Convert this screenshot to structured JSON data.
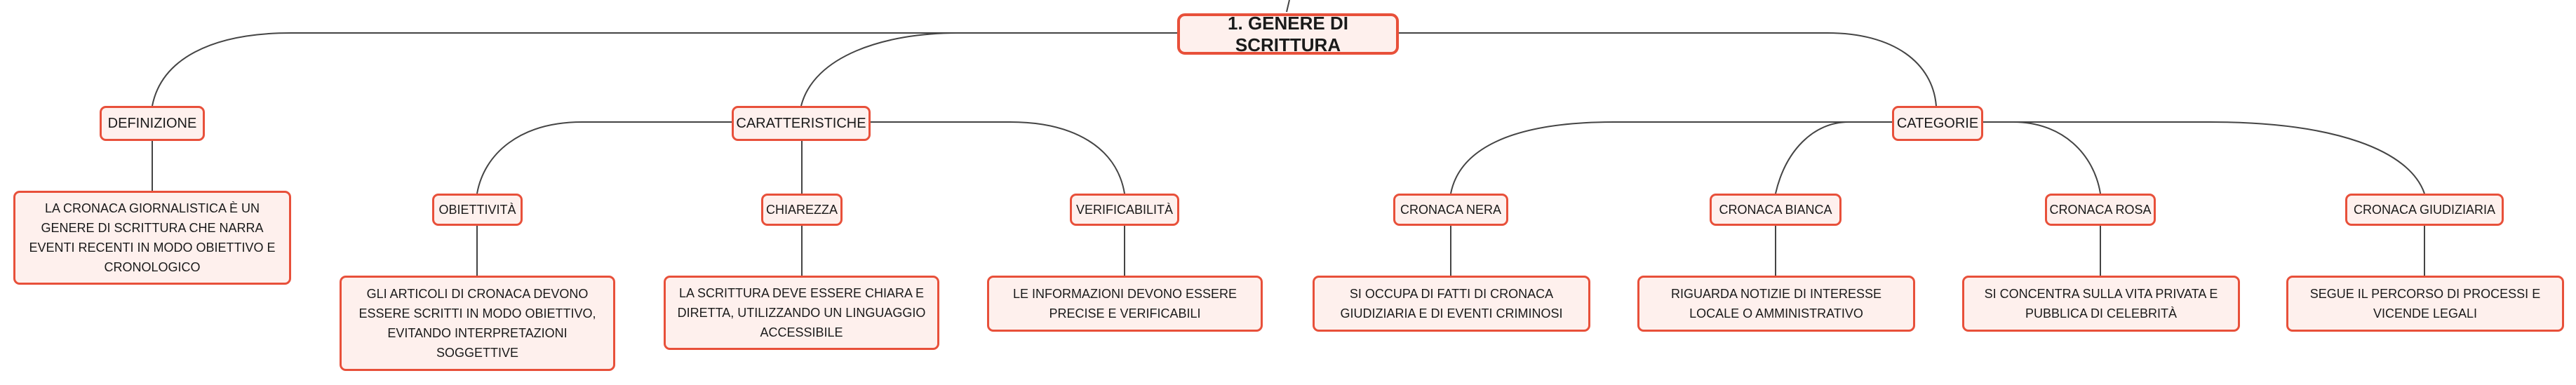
{
  "root": "1. GENERE DI SCRITTURA",
  "definizione": {
    "label": "DEFINIZIONE",
    "text": "LA CRONACA GIORNALISTICA È UN GENERE DI SCRITTURA CHE NARRA EVENTI RECENTI IN MODO OBIETTIVO E CRONOLOGICO"
  },
  "caratteristiche": {
    "label": "CARATTERISTICHE",
    "items": [
      {
        "label": "OBIETTIVITÀ",
        "text": "GLI ARTICOLI DI CRONACA DEVONO ESSERE SCRITTI IN MODO OBIETTIVO, EVITANDO INTERPRETAZIONI SOGGETTIVE"
      },
      {
        "label": "CHIAREZZA",
        "text": "LA SCRITTURA DEVE ESSERE CHIARA E DIRETTA, UTILIZZANDO UN LINGUAGGIO ACCESSIBILE"
      },
      {
        "label": "VERIFICABILITÀ",
        "text": "LE INFORMAZIONI DEVONO ESSERE PRECISE E VERIFICABILI"
      }
    ]
  },
  "categorie": {
    "label": "CATEGORIE",
    "items": [
      {
        "label": "CRONACA NERA",
        "text": "SI OCCUPA DI FATTI DI CRONACA GIUDIZIARIA E DI EVENTI CRIMINOSI"
      },
      {
        "label": "CRONACA BIANCA",
        "text": "RIGUARDA NOTIZIE DI INTERESSE LOCALE O AMMINISTRATIVO"
      },
      {
        "label": "CRONACA ROSA",
        "text": "SI CONCENTRA SULLA VITA PRIVATA E PUBBLICA DI CELEBRITÀ"
      },
      {
        "label": "CRONACA GIUDIZIARIA",
        "text": "SEGUE IL PERCORSO DI PROCESSI E VICENDE LEGALI"
      }
    ]
  },
  "colors": {
    "border": "#e8503a",
    "fill": "#fef0ed",
    "line": "#444444"
  }
}
